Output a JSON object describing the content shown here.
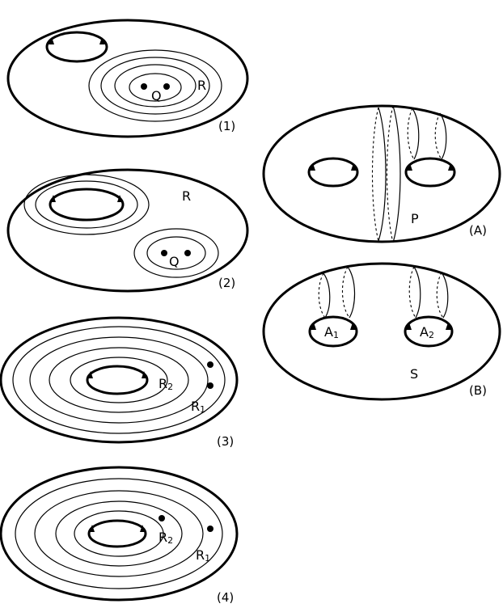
{
  "panels": {
    "p1": {
      "tag": "(1)",
      "region": "R",
      "point": "Q"
    },
    "p2": {
      "tag": "(2)",
      "region": "R",
      "point": "Q"
    },
    "p3": {
      "tag": "(3)",
      "region_inner": "R",
      "region_inner_sub": "2",
      "region_outer": "R",
      "region_outer_sub": "1"
    },
    "p4": {
      "tag": "(4)",
      "region_inner": "R",
      "region_inner_sub": "2",
      "region_outer": "R",
      "region_outer_sub": "1"
    },
    "pA": {
      "tag": "(A)",
      "region": "P"
    },
    "pB": {
      "tag": "(B)",
      "region": "S",
      "hole1": "A",
      "hole1_sub": "1",
      "hole2": "A",
      "hole2_sub": "2"
    }
  }
}
